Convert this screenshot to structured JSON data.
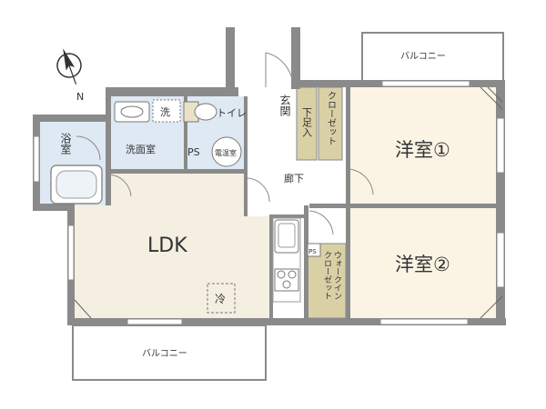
{
  "colors": {
    "wall": "#8a8a8a",
    "wet_area": "#dfe9f3",
    "ldk": "#f4efe1",
    "bedroom": "#fbf4e4",
    "closet": "#d9d0a6",
    "hall": "#ffffff",
    "text": "#333333"
  },
  "compass": {
    "label": "N"
  },
  "rooms": {
    "ldk": "LDK",
    "bedroom1": "洋室①",
    "bedroom2": "洋室②",
    "bath": "浴室",
    "washroom": "洗面室",
    "toilet": "トイレ",
    "entrance": "玄関",
    "hallway": "廊下",
    "shoe_closet": "下足入",
    "closet": "クローゼット",
    "walk_in_closet": "ウォークイン\nクローゼット",
    "balcony_top": "バルコニー",
    "balcony_bottom": "バルコニー"
  },
  "fixtures": {
    "washer": "洗",
    "ps_washroom": "PS",
    "water_heater": "電温室",
    "fridge": "冷",
    "ps_closet": "PS"
  }
}
